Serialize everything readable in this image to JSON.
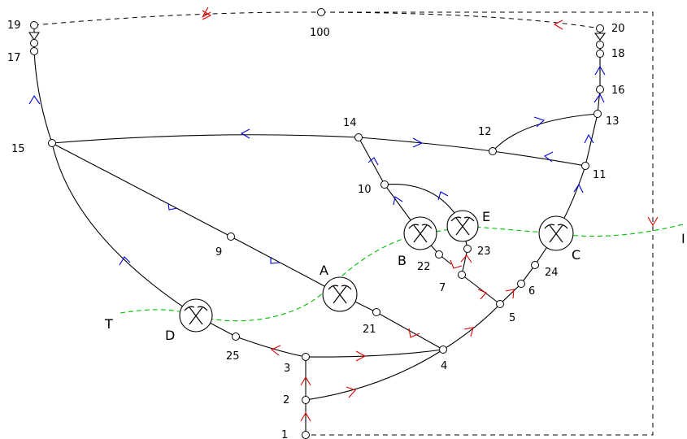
{
  "colors": {
    "line": "#000000",
    "inflow_arrow": "#e00000",
    "return_arrow": "#0000e0",
    "fault_line": "#00c000"
  },
  "node_labels": {
    "n1": "1",
    "n2": "2",
    "n3": "3",
    "n4": "4",
    "n5": "5",
    "n6": "6",
    "n7": "7",
    "n9": "9",
    "n10": "10",
    "n11": "11",
    "n12": "12",
    "n13": "13",
    "n14": "14",
    "n15": "15",
    "n16": "16",
    "n17": "17",
    "n18": "18",
    "n19": "19",
    "n20": "20",
    "n21": "21",
    "n22": "22",
    "n23": "23",
    "n24": "24",
    "n25": "25",
    "n100": "100"
  },
  "work_sites": {
    "A": "A",
    "B": "B",
    "C": "C",
    "D": "D",
    "E": "E"
  },
  "fault_ends": {
    "left": "T",
    "right": "I"
  },
  "icons": {
    "work_site": "pickaxe-icon",
    "fan": "fan-icon"
  }
}
